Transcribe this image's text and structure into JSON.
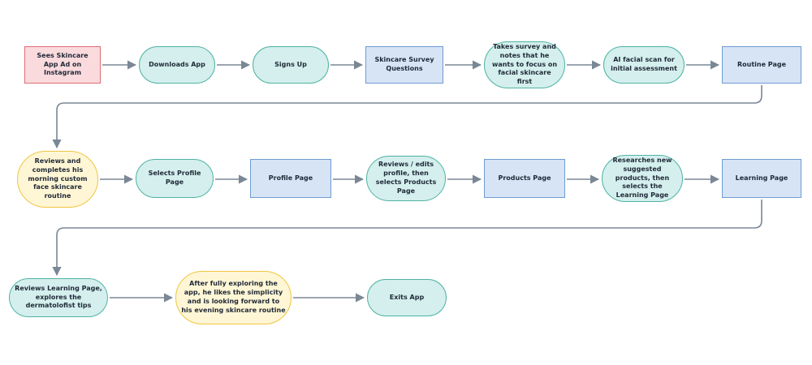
{
  "nodes": [
    {
      "id": "n1",
      "text": "Sees Skincare App Ad on Instagram",
      "shape": "rect",
      "tone": "red"
    },
    {
      "id": "n2",
      "text": "Downloads App",
      "shape": "pill",
      "tone": "teal"
    },
    {
      "id": "n3",
      "text": "Signs Up",
      "shape": "pill",
      "tone": "teal"
    },
    {
      "id": "n4",
      "text": "Skincare Survey Questions",
      "shape": "rect",
      "tone": "blue"
    },
    {
      "id": "n5",
      "text": "Takes survey and notes that he wants to focus on facial skincare first",
      "shape": "pill",
      "tone": "teal"
    },
    {
      "id": "n6",
      "text": "AI facial scan for initial assessment",
      "shape": "pill",
      "tone": "teal"
    },
    {
      "id": "n7",
      "text": "Routine Page",
      "shape": "rect",
      "tone": "blue"
    },
    {
      "id": "n8",
      "text": "Reviews and completes his morning custom face skincare routine",
      "shape": "pill",
      "tone": "yellow"
    },
    {
      "id": "n9",
      "text": "Selects Profile Page",
      "shape": "pill",
      "tone": "teal"
    },
    {
      "id": "n10",
      "text": "Profile Page",
      "shape": "rect",
      "tone": "blue"
    },
    {
      "id": "n11",
      "text": "Reviews / edits profile,  then selects Products Page",
      "shape": "pill",
      "tone": "teal"
    },
    {
      "id": "n12",
      "text": "Products Page",
      "shape": "rect",
      "tone": "blue"
    },
    {
      "id": "n13",
      "text": "Researches new suggested products, then selects the Learning Page",
      "shape": "pill",
      "tone": "teal"
    },
    {
      "id": "n14",
      "text": "Learning Page",
      "shape": "rect",
      "tone": "blue"
    },
    {
      "id": "n15",
      "text": "Reviews Learning Page, explores the dermatolofist tips",
      "shape": "pill",
      "tone": "teal"
    },
    {
      "id": "n16",
      "text": "After fully exploring the app, he likes the simplicity and is looking forward to his evening skincare routine",
      "shape": "pill",
      "tone": "yellow"
    },
    {
      "id": "n17",
      "text": "Exits App",
      "shape": "pill",
      "tone": "teal"
    }
  ],
  "edges": [
    [
      "n1",
      "n2"
    ],
    [
      "n2",
      "n3"
    ],
    [
      "n3",
      "n4"
    ],
    [
      "n4",
      "n5"
    ],
    [
      "n5",
      "n6"
    ],
    [
      "n6",
      "n7"
    ],
    [
      "n7",
      "n8"
    ],
    [
      "n8",
      "n9"
    ],
    [
      "n9",
      "n10"
    ],
    [
      "n10",
      "n11"
    ],
    [
      "n11",
      "n12"
    ],
    [
      "n12",
      "n13"
    ],
    [
      "n13",
      "n14"
    ],
    [
      "n14",
      "n15"
    ],
    [
      "n15",
      "n16"
    ],
    [
      "n16",
      "n17"
    ]
  ],
  "colors": {
    "teal_fill": "#d4efed",
    "teal_border": "#4fb3a3",
    "blue_fill": "#d6e4f6",
    "blue_border": "#6f9bd1",
    "red_fill": "#fadadd",
    "red_border": "#e06a78",
    "yellow_fill": "#fff6d5",
    "yellow_border": "#f0c541",
    "connector": "#7a8795"
  }
}
